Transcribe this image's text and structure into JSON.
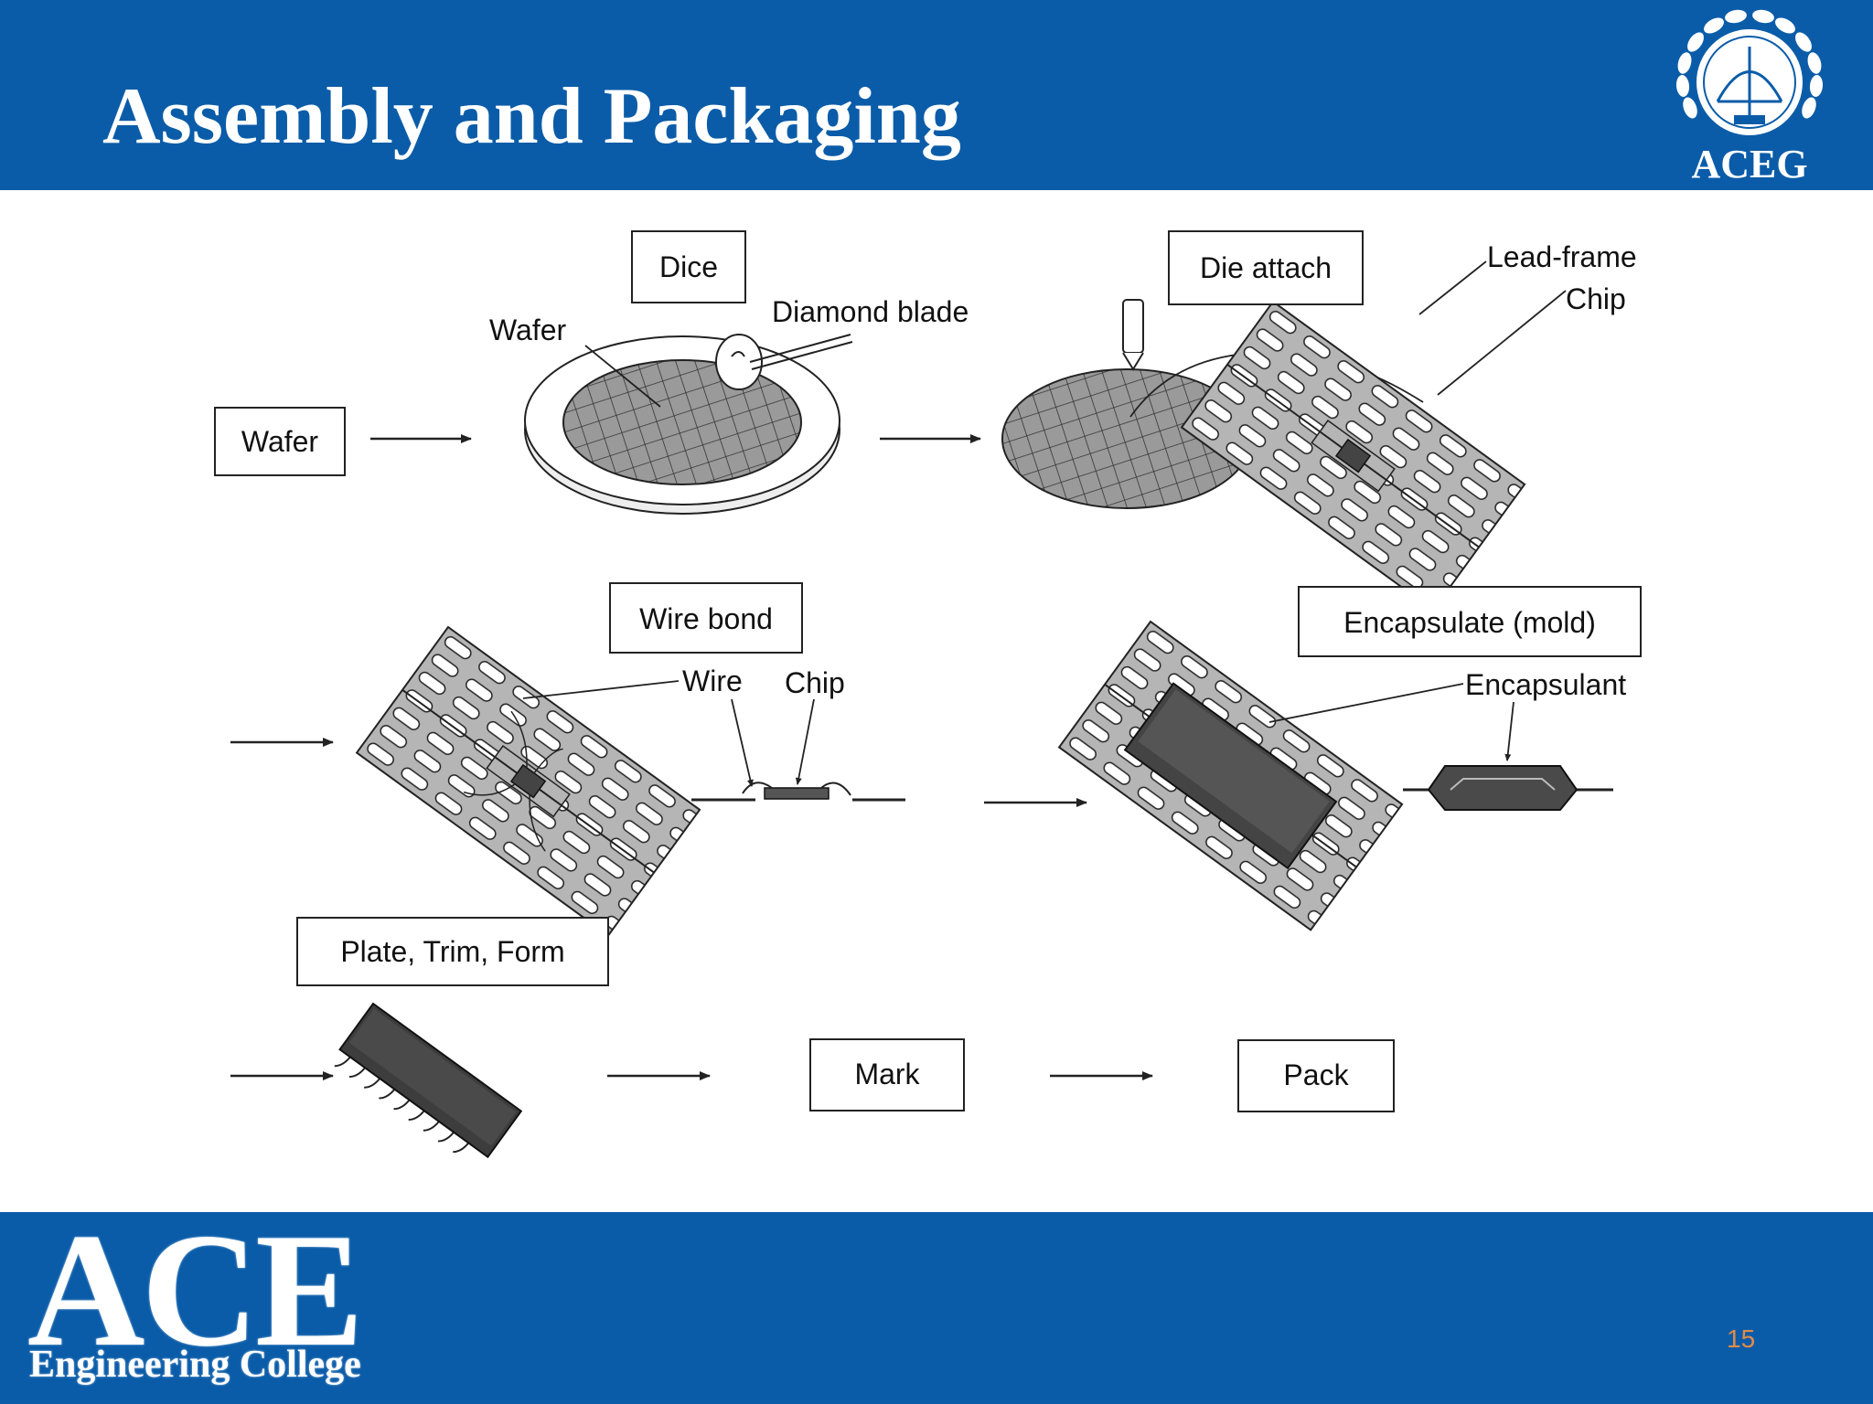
{
  "header": {
    "title": "Assembly and Packaging",
    "logo_text": "ACEG"
  },
  "diagram": {
    "steps": {
      "wafer": "Wafer",
      "dice": "Dice",
      "die_attach": "Die attach",
      "wire_bond": "Wire bond",
      "encapsulate": "Encapsulate (mold)",
      "plate_trim_form": "Plate, Trim, Form",
      "mark": "Mark",
      "pack": "Pack"
    },
    "labels": {
      "wafer": "Wafer",
      "diamond_blade": "Diamond blade",
      "lead_frame": "Lead-frame",
      "chip_top": "Chip",
      "wire": "Wire",
      "chip_bond": "Chip",
      "encapsulant": "Encapsulant"
    }
  },
  "footer": {
    "brand": "ACE",
    "brand_sub": "Engineering College",
    "page_number": "15"
  },
  "colors": {
    "header_blue": "#0b5ca8",
    "page_number": "#e08b4a"
  }
}
